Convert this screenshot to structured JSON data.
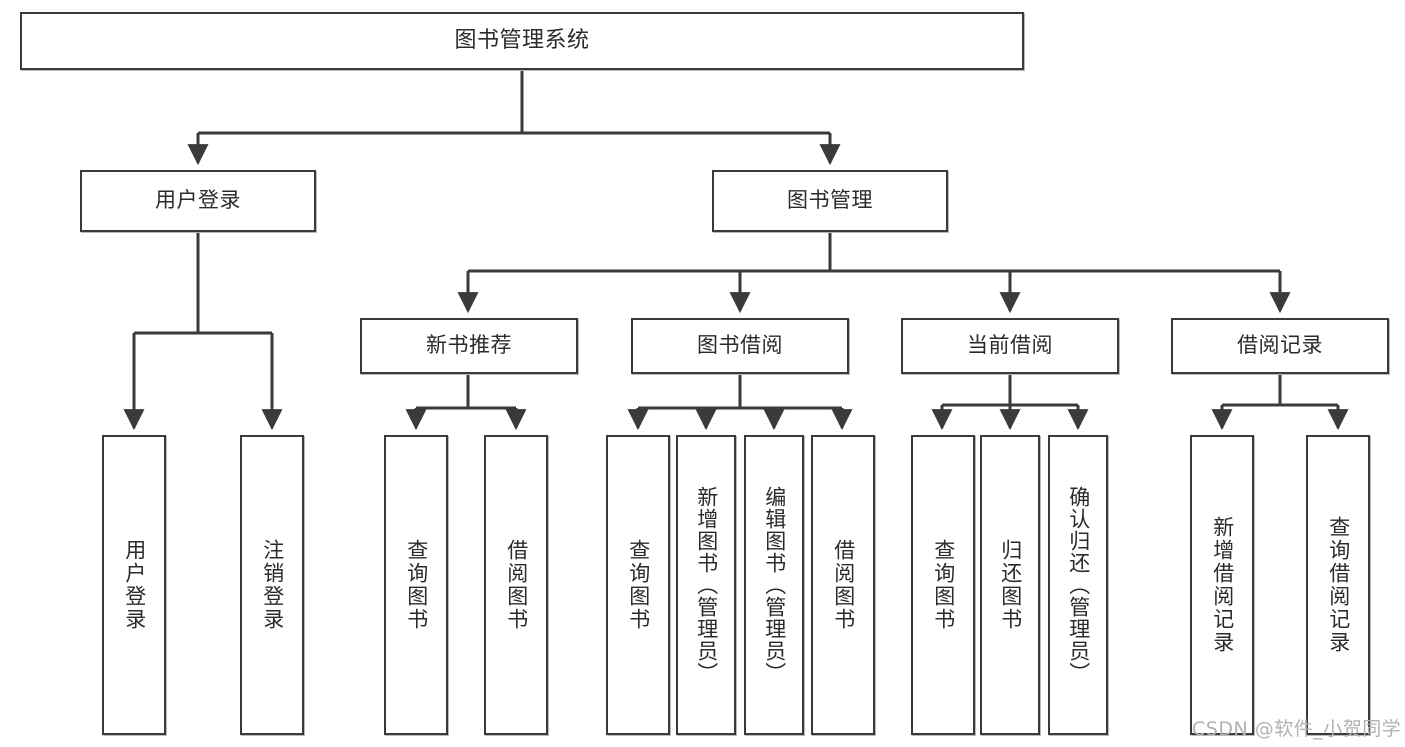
{
  "diagram": {
    "type": "tree",
    "title": "图书管理系统",
    "root": {
      "label": "图书管理系统"
    },
    "tier1": [
      {
        "label": "用户登录"
      },
      {
        "label": "图书管理"
      }
    ],
    "tier2": [
      {
        "label": "新书推荐"
      },
      {
        "label": "图书借阅"
      },
      {
        "label": "当前借阅"
      },
      {
        "label": "借阅记录"
      }
    ],
    "leaves": {
      "user_login": [
        {
          "label": "用户登录"
        },
        {
          "label": "注销登录"
        }
      ],
      "new_book_recommend": [
        {
          "label": "查询图书"
        },
        {
          "label": "借阅图书"
        }
      ],
      "book_borrow": [
        {
          "label": "查询图书"
        },
        {
          "label": "新增图书（管理员）"
        },
        {
          "label": "编辑图书（管理员）"
        },
        {
          "label": "借阅图书"
        }
      ],
      "current_borrow": [
        {
          "label": "查询图书"
        },
        {
          "label": "归还图书"
        },
        {
          "label": "确认归还（管理员）"
        }
      ],
      "borrow_record": [
        {
          "label": "新增借阅记录"
        },
        {
          "label": "查询借阅记录"
        }
      ]
    }
  },
  "watermark": {
    "text": "CSDN @软件_小贺同学"
  },
  "colors": {
    "stroke": "#3a3a3a",
    "box_fill": "#ffffff",
    "text": "#2b2b2b",
    "watermark": "#b2b2b2"
  }
}
